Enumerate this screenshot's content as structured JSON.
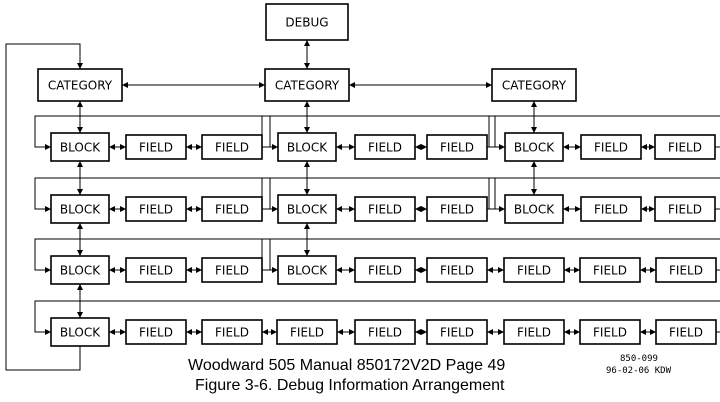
{
  "nodes": {
    "debug": "DEBUG",
    "category": "CATEGORY",
    "block": "BLOCK",
    "field": "FIELD"
  },
  "diagram": {
    "categories": [
      {
        "blocks": [
          {
            "fields": 2
          },
          {
            "fields": 2
          },
          {
            "fields": 2
          },
          {
            "fields": 8
          }
        ]
      },
      {
        "blocks": [
          {
            "fields": 2
          },
          {
            "fields": 2
          },
          {
            "fields": 5
          }
        ]
      },
      {
        "blocks": [
          {
            "fields": 2
          },
          {
            "fields": 2
          }
        ]
      }
    ]
  },
  "caption": {
    "line1": "Woodward 505 Manual 850172V2D  Page 49",
    "line2": "Figure 3-6. Debug Information Arrangement"
  },
  "drawing": {
    "number": "850-099",
    "date_initials": "96-02-06 KDW"
  }
}
